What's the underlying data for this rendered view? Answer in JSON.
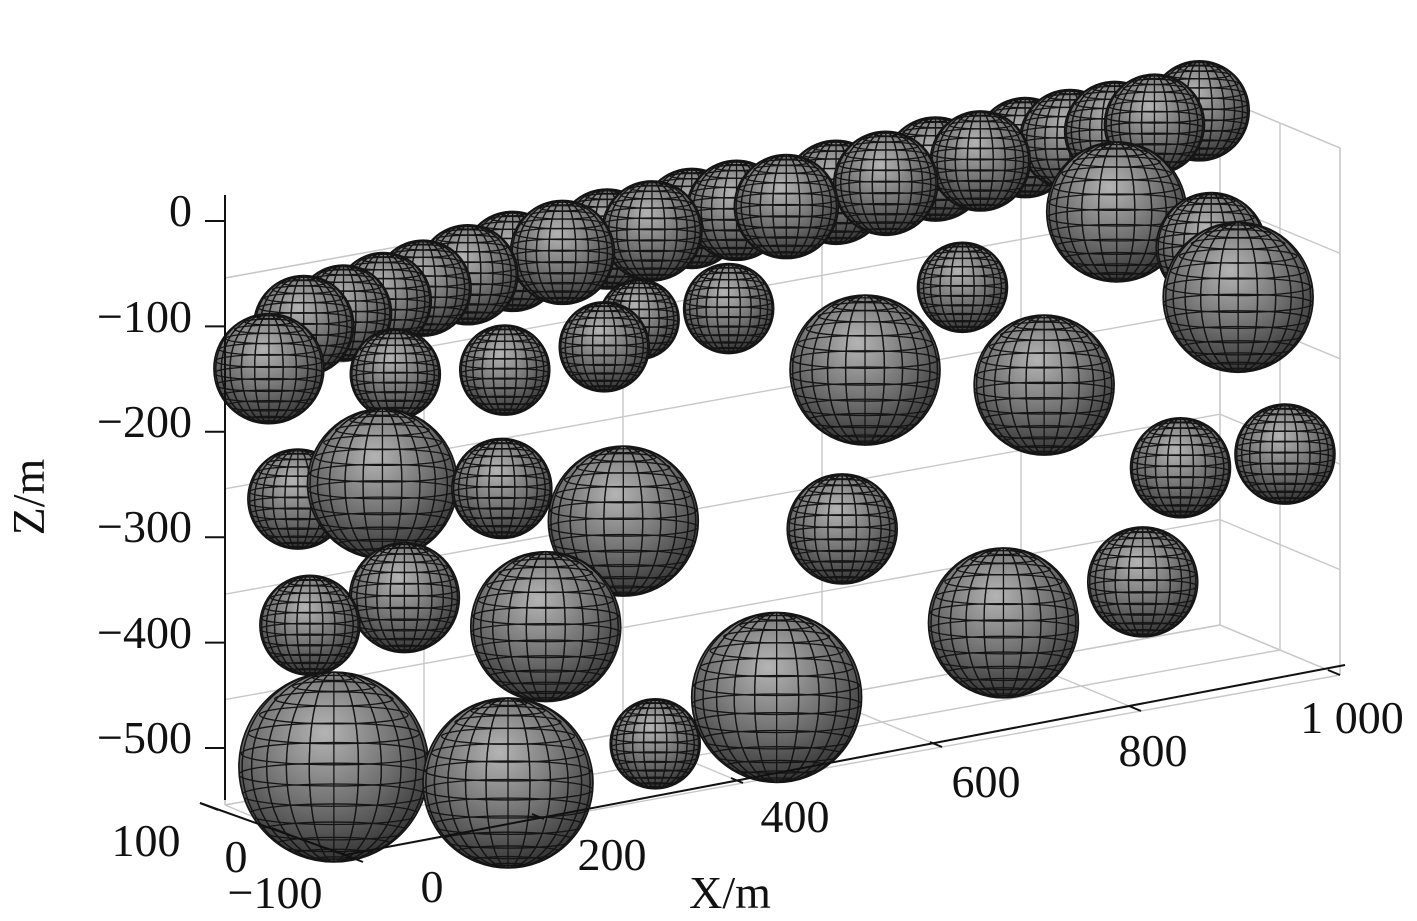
{
  "chart_data": {
    "type": "scatter",
    "style": "3d-spheres",
    "title": "",
    "xlabel": "X/m",
    "ylabel": "",
    "zlabel": "Z/m",
    "xlim": [
      0,
      1000
    ],
    "ylim": [
      -100,
      100
    ],
    "zlim": [
      -500,
      0
    ],
    "x_ticks": [
      "0",
      "200",
      "400",
      "600",
      "800",
      "1 000"
    ],
    "y_ticks": [
      "−100",
      "0",
      "100"
    ],
    "z_ticks": [
      "0",
      "−100",
      "−200",
      "−300",
      "−400",
      "−500"
    ],
    "grid": true,
    "colors": {
      "sphere_fill": "#6e6e6e",
      "sphere_highlight": "#b4b4b4",
      "mesh": "#151515",
      "box": "#c8c8c8",
      "axis": "#111111"
    },
    "spheres": [
      {
        "x": 20,
        "y": 60,
        "z": -80,
        "r": 55
      },
      {
        "x": 55,
        "y": 60,
        "z": -45,
        "r": 50
      },
      {
        "x": 95,
        "y": 60,
        "z": -40,
        "r": 48
      },
      {
        "x": 135,
        "y": 60,
        "z": -35,
        "r": 48
      },
      {
        "x": 175,
        "y": 60,
        "z": -30,
        "r": 48
      },
      {
        "x": 220,
        "y": 60,
        "z": -25,
        "r": 50
      },
      {
        "x": 265,
        "y": 60,
        "z": -20,
        "r": 50
      },
      {
        "x": 315,
        "y": 60,
        "z": -20,
        "r": 52
      },
      {
        "x": 360,
        "y": 60,
        "z": -15,
        "r": 50
      },
      {
        "x": 405,
        "y": 60,
        "z": -15,
        "r": 50
      },
      {
        "x": 445,
        "y": 60,
        "z": -10,
        "r": 50
      },
      {
        "x": 490,
        "y": 60,
        "z": -10,
        "r": 50
      },
      {
        "x": 540,
        "y": 60,
        "z": -15,
        "r": 52
      },
      {
        "x": 590,
        "y": 60,
        "z": -10,
        "r": 52
      },
      {
        "x": 640,
        "y": 60,
        "z": -10,
        "r": 52
      },
      {
        "x": 690,
        "y": 60,
        "z": -5,
        "r": 52
      },
      {
        "x": 735,
        "y": 60,
        "z": -5,
        "r": 50
      },
      {
        "x": 780,
        "y": 60,
        "z": 0,
        "r": 50
      },
      {
        "x": 825,
        "y": 60,
        "z": 0,
        "r": 50
      },
      {
        "x": 870,
        "y": 60,
        "z": 0,
        "r": 50
      },
      {
        "x": 910,
        "y": 60,
        "z": 0,
        "r": 50
      },
      {
        "x": 955,
        "y": 60,
        "z": 5,
        "r": 50
      },
      {
        "x": 135,
        "y": 40,
        "z": -100,
        "r": 45
      },
      {
        "x": 245,
        "y": 40,
        "z": -115,
        "r": 45
      },
      {
        "x": 345,
        "y": 40,
        "z": -110,
        "r": 45
      },
      {
        "x": 380,
        "y": 40,
        "z": -90,
        "r": 40
      },
      {
        "x": 470,
        "y": 40,
        "z": -95,
        "r": 45
      },
      {
        "x": 705,
        "y": 40,
        "z": -115,
        "r": 45
      },
      {
        "x": 860,
        "y": 40,
        "z": -70,
        "r": 70
      },
      {
        "x": 955,
        "y": 40,
        "z": -120,
        "r": 55
      },
      {
        "x": 25,
        "y": 20,
        "z": -195,
        "r": 50
      },
      {
        "x": 110,
        "y": 20,
        "z": -195,
        "r": 75
      },
      {
        "x": 230,
        "y": 20,
        "z": -220,
        "r": 50
      },
      {
        "x": 595,
        "y": 20,
        "z": -170,
        "r": 75
      },
      {
        "x": 775,
        "y": 20,
        "z": -215,
        "r": 70
      },
      {
        "x": 970,
        "y": 20,
        "z": -165,
        "r": 75
      },
      {
        "x": 25,
        "y": 0,
        "z": -310,
        "r": 50
      },
      {
        "x": 120,
        "y": 0,
        "z": -300,
        "r": 55
      },
      {
        "x": 340,
        "y": 0,
        "z": -265,
        "r": 75
      },
      {
        "x": 560,
        "y": 0,
        "z": -310,
        "r": 55
      },
      {
        "x": 900,
        "y": 0,
        "z": -310,
        "r": 50
      },
      {
        "x": 1005,
        "y": 0,
        "z": -315,
        "r": 50
      },
      {
        "x": 250,
        "y": -20,
        "z": -345,
        "r": 75
      },
      {
        "x": 360,
        "y": -20,
        "z": -475,
        "r": 45
      },
      {
        "x": 710,
        "y": -20,
        "z": -420,
        "r": 75
      },
      {
        "x": 850,
        "y": -20,
        "z": -405,
        "r": 55
      },
      {
        "x": 25,
        "y": -40,
        "z": -435,
        "r": 95
      },
      {
        "x": 200,
        "y": -40,
        "z": -480,
        "r": 85
      },
      {
        "x": 470,
        "y": -40,
        "z": -445,
        "r": 85
      }
    ]
  }
}
